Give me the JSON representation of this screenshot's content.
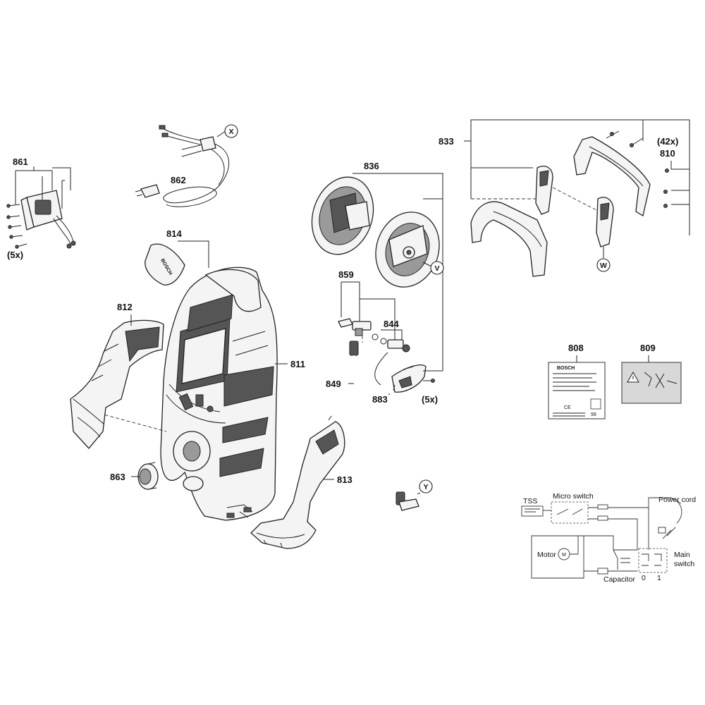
{
  "parts": {
    "p808": "808",
    "p809": "809",
    "p810": "810",
    "p811": "811",
    "p812": "812",
    "p813": "813",
    "p814": "814",
    "p833": "833",
    "p836": "836",
    "p844": "844",
    "p849": "849",
    "p859": "859",
    "p861": "861",
    "p862": "862",
    "p863": "863",
    "p883": "883"
  },
  "quantities": {
    "q861": "(5x)",
    "q883": "(5x)",
    "q810": "(42x)"
  },
  "callouts": {
    "X": "X",
    "V": "V",
    "W": "W",
    "Y": "Y"
  },
  "brand": "BOSCH",
  "label_808": {
    "brand": "BOSCH",
    "marks": "CE",
    "level": "99"
  },
  "schematic": {
    "tss": "TSS",
    "micro_switch": "Micro switch",
    "power_cord": "Power cord",
    "motor": "Motor",
    "motor_symbol": "M",
    "main_switch_1": "Main",
    "main_switch_2": "switch",
    "capacitor": "Capacitor",
    "pos_0": "0",
    "pos_1": "1"
  }
}
